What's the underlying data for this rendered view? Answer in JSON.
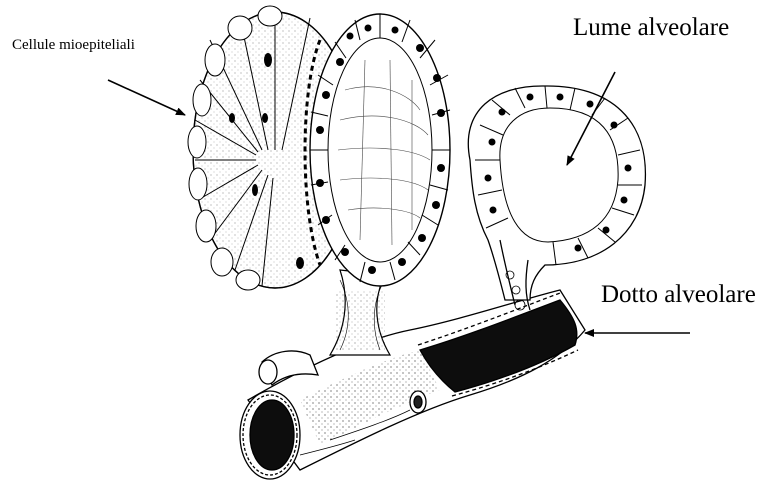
{
  "labels": {
    "myoepithelial": "Cellule mioepiteliali",
    "lumen": "Lume alveolare",
    "duct": "Dotto alveolare"
  },
  "colors": {
    "ink": "#000000",
    "paper": "#ffffff",
    "duct_lumen": "#0d0d0d"
  }
}
